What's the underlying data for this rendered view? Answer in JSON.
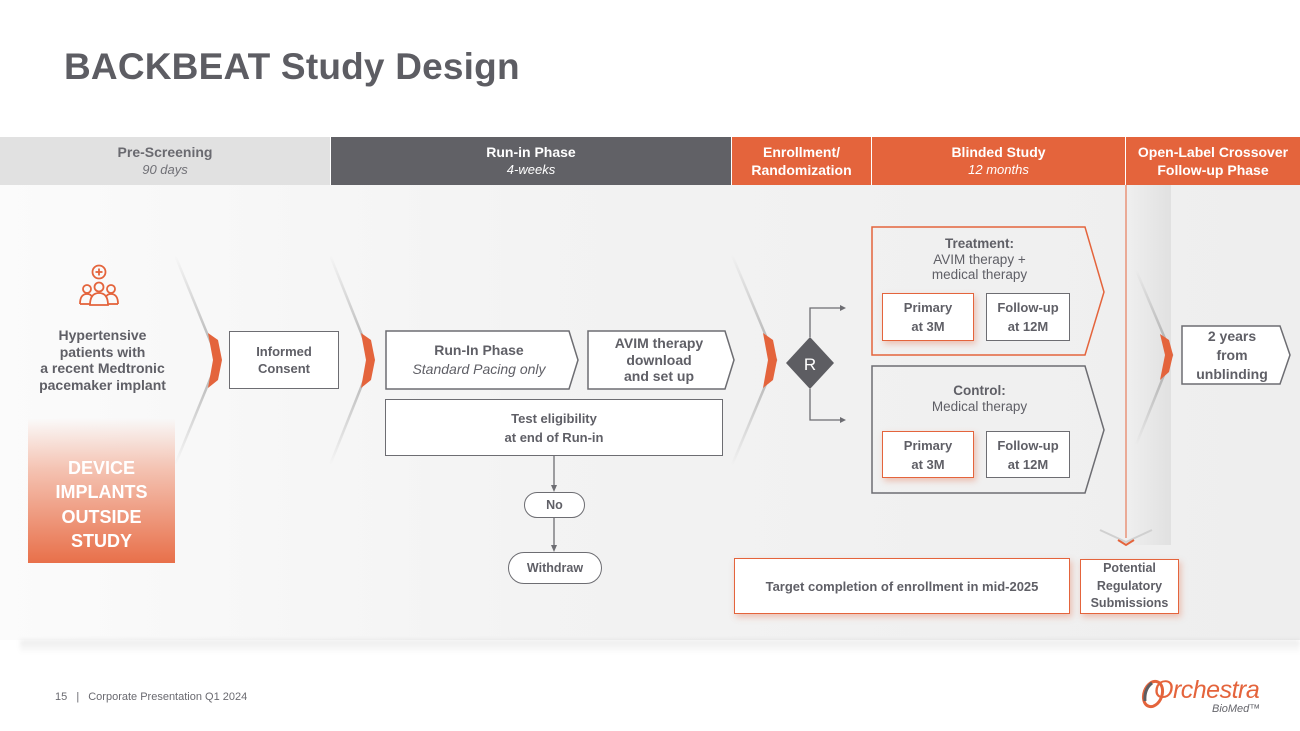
{
  "title": "BACKBEAT Study Design",
  "phases": [
    {
      "title": "Pre-Screening",
      "subtitle": "90 days"
    },
    {
      "title": "Run-in Phase",
      "subtitle": "4-weeks"
    },
    {
      "title": "Enrollment/",
      "subtitle": "Randomization"
    },
    {
      "title": "Blinded Study",
      "subtitle": "12 months"
    },
    {
      "title": "Open-Label Crossover",
      "subtitle": "Follow-up Phase"
    }
  ],
  "prescreen": {
    "icon": "patients-medical-icon",
    "patients_text": [
      "Hypertensive",
      "patients with",
      "a recent Medtronic",
      "pacemaker implant"
    ],
    "device_text": [
      "DEVICE",
      "IMPLANTS",
      "OUTSIDE",
      "STUDY"
    ]
  },
  "informed_consent": [
    "Informed",
    "Consent"
  ],
  "run_in": {
    "title": "Run-In Phase",
    "subtitle": "Standard Pacing only",
    "avim_setup": [
      "AVIM therapy",
      "download",
      "and set up"
    ],
    "test_eligibility": [
      "Test eligibility",
      "at end of Run-in"
    ],
    "no_label": "No",
    "withdraw_label": "Withdraw"
  },
  "randomization_label": "R",
  "arms": {
    "treatment": {
      "title": "Treatment:",
      "desc": [
        "AVIM therapy +",
        "medical therapy"
      ],
      "primary": [
        "Primary",
        "at 3M"
      ],
      "followup": [
        "Follow-up",
        "at 12M"
      ]
    },
    "control": {
      "title": "Control:",
      "desc": [
        "Medical therapy"
      ],
      "primary": [
        "Primary",
        "at 3M"
      ],
      "followup": [
        "Follow-up",
        "at 12M"
      ]
    }
  },
  "crossover": [
    "2 years",
    "from",
    "unblinding"
  ],
  "target_completion": "Target completion of enrollment in mid-2025",
  "regulatory": [
    "Potential",
    "Regulatory",
    "Submissions"
  ],
  "footer": {
    "page": "15",
    "separator": "|",
    "text": "Corporate Presentation Q1 2024"
  },
  "logo": {
    "main": "Orchestra",
    "sub": "BioMed™"
  },
  "colors": {
    "accent": "#e4643c",
    "dark_gray": "#616166",
    "light_gray": "#e1e1e1",
    "text": "#5f5f66"
  }
}
